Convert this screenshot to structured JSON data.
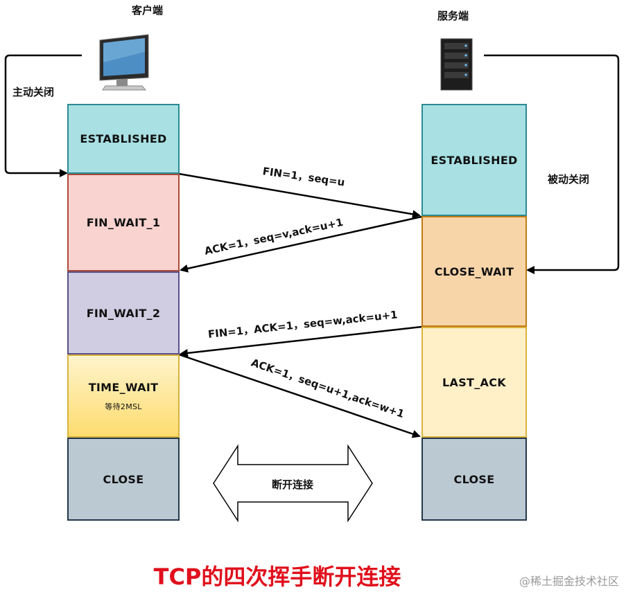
{
  "client": {
    "label": "客户端",
    "active_close": "主动关闭",
    "states": [
      {
        "name": "ESTABLISHED",
        "note": "",
        "fill": "#a8e0e3",
        "border": "#2a8a93"
      },
      {
        "name": "FIN_WAIT_1",
        "note": "",
        "fill": "#f8d3cf",
        "border": "#ad4a3a"
      },
      {
        "name": "FIN_WAIT_2",
        "note": "",
        "fill": "#d0cde2",
        "border": "#57508a"
      },
      {
        "name": "TIME_WAIT",
        "note": "等待2MSL",
        "fill": "#fde79a",
        "border": "#d9b23e"
      },
      {
        "name": "CLOSE",
        "note": "",
        "fill": "#bbc9d3",
        "border": "#23384a"
      }
    ]
  },
  "server": {
    "label": "服务端",
    "passive_close": "被动关闭",
    "states": [
      {
        "name": "ESTABLISHED",
        "fill": "#a8e0e3",
        "border": "#2a8a93"
      },
      {
        "name": "CLOSE_WAIT",
        "fill": "#f8d5a8",
        "border": "#c27a14"
      },
      {
        "name": "LAST_ACK",
        "fill": "#fff0c8",
        "border": "#d9b23e"
      },
      {
        "name": "CLOSE",
        "fill": "#bbc9d3",
        "border": "#23384a"
      }
    ]
  },
  "messages": [
    "FIN=1，seq=u",
    "ACK=1，seq=v,ack=u+1",
    "FIN=1，ACK=1，seq=w,ack=u+1",
    "ACK=1，seq=u+1,ack=w+1"
  ],
  "disconnect_label": "断开连接",
  "title": {
    "text": "TCP的四次挥手断开连接",
    "color": "#e0101c"
  },
  "watermark": "@稀土掘金技术社区"
}
